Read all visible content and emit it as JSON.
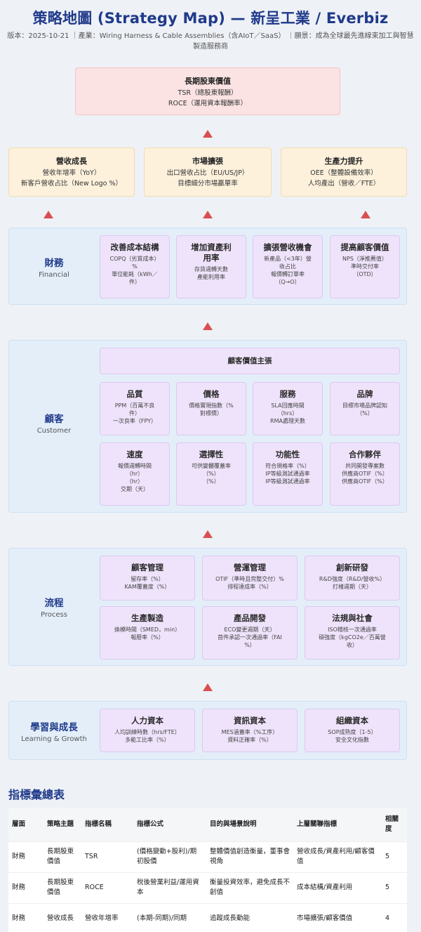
{
  "header": {
    "title": "策略地圖 (Strategy Map) — 新呈工業 / Everbiz",
    "subtitle": "版本：2025-10-21 ｜產業：Wiring Harness & Cable Assemblies（含AIoT／SaaS） ｜願景：成為全球最先進線束加工與智慧製造服務商"
  },
  "top": {
    "title": "長期股東價值",
    "lines": [
      "TSR（總股東報酬）",
      "ROCE（運用資本報酬率）"
    ]
  },
  "pillars": [
    {
      "title": "營收成長",
      "lines": [
        "營收年增率（YoY）",
        "新客戶營收占比（New Logo %）"
      ]
    },
    {
      "title": "市場擴張",
      "lines": [
        "出口營收占比（EU/US/JP）",
        "目標細分市場贏單率"
      ]
    },
    {
      "title": "生產力提升",
      "lines": [
        "OEE（整體設備效率）",
        "人均產出（營收／FTE）"
      ]
    }
  ],
  "financial": {
    "zh": "財務",
    "en": "Financial",
    "cards": [
      {
        "title": "改善成本結構",
        "lines": [
          "COPQ（劣質成本）",
          "%",
          "單位能耗（kWh／",
          "件）"
        ]
      },
      {
        "title": "增加資產利用率",
        "lines": [
          "存貨週轉天數",
          "產能利用率"
        ]
      },
      {
        "title": "擴張營收機會",
        "lines": [
          "新產品（<3年）營",
          "收占比",
          "報價轉訂單率",
          "（Q→O）"
        ]
      },
      {
        "title": "提高顧客價值",
        "lines": [
          "NPS（淨推薦值）",
          "準時交付率",
          "（OTD）"
        ]
      }
    ]
  },
  "customer": {
    "zh": "顧客",
    "en": "Customer",
    "value_prop": "顧客價值主張",
    "cards": [
      {
        "title": "品質",
        "lines": [
          "PPM（百萬不良",
          "件）",
          "一次良率（FPY）"
        ]
      },
      {
        "title": "價格",
        "lines": [
          "價格實現指數（%",
          "對標價）"
        ]
      },
      {
        "title": "服務",
        "lines": [
          "SLA回應時間",
          "（hrs）",
          "RMA處理天數"
        ]
      },
      {
        "title": "品牌",
        "lines": [
          "目標市場品牌認知",
          "（%）"
        ]
      },
      {
        "title": "速度",
        "lines": [
          "報價週轉時間",
          "（hr）",
          "（hr）",
          "交期（天）"
        ]
      },
      {
        "title": "選擇性",
        "lines": [
          "可供變體覆蓋率",
          "（%）",
          "（%）"
        ]
      },
      {
        "title": "功能性",
        "lines": [
          "符合規格率（%）",
          "IP等級測試通過率",
          "IP等級測試通過率"
        ]
      },
      {
        "title": "合作夥伴",
        "lines": [
          "共同開發專案數",
          "供應商OTIF（%）",
          "供應商OTIF（%）"
        ]
      }
    ]
  },
  "process": {
    "zh": "流程",
    "en": "Process",
    "cards": [
      {
        "title": "顧客管理",
        "lines": [
          "留存率（%）",
          "KAM覆蓋度（%）"
        ]
      },
      {
        "title": "營運管理",
        "lines": [
          "OTIF（準時且完整交付）%",
          "排程達成率（%）"
        ]
      },
      {
        "title": "創新研發",
        "lines": [
          "R&D強度（R&D/營收%）",
          "打樣週期（天）"
        ]
      },
      {
        "title": "生產製造",
        "lines": [
          "換模時間（SMED，min）",
          "報廢率（%）"
        ]
      },
      {
        "title": "產品開發",
        "lines": [
          "ECO變更週期（天）",
          "首件承認一次通過率（FAI",
          "%）"
        ]
      },
      {
        "title": "法規與社會",
        "lines": [
          "ISO稽核一次通過率",
          "碳強度（kgCO2e／百萬營",
          "收）"
        ]
      }
    ]
  },
  "learning": {
    "zh": "學習與成長",
    "en": "Learning & Growth",
    "cards": [
      {
        "title": "人力資本",
        "lines": [
          "人均訓練時數（hrs/FTE）",
          "多能工比率（%）"
        ]
      },
      {
        "title": "資訊資本",
        "lines": [
          "MES涵蓋率（%工序）",
          "資料正確率（%）"
        ]
      },
      {
        "title": "組織資本",
        "lines": [
          "SOP成熟度（1-5）",
          "安全文化指數"
        ]
      }
    ]
  },
  "summary": {
    "title": "指標彙總表",
    "columns": [
      "層面",
      "策略主題",
      "指標名稱",
      "指標公式",
      "目的與場景說明",
      "上層關聯指標",
      "相關度"
    ],
    "rows": [
      [
        "財務",
        "長期股東價值",
        "TSR",
        "(價格變動+股利)/期初股價",
        "整體價值創造衡量，董事會視角",
        "營收成長/資產利用/顧客價值",
        "5"
      ],
      [
        "財務",
        "長期股東價值",
        "ROCE",
        "稅後營業利益/運用資本",
        "衡量投資效率，避免成長不創值",
        "成本結構/資產利用",
        "5"
      ],
      [
        "財務",
        "營收成長",
        "營收年增率",
        "(本期-同期)/同期",
        "追蹤成長動能",
        "市場擴張/顧客價值",
        "4"
      ]
    ]
  }
}
